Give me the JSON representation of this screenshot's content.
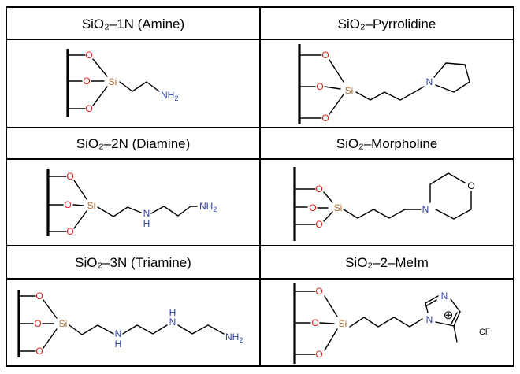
{
  "table": {
    "headers": {
      "amine": "SiO₂–1N (Amine)",
      "pyrrolidine": "SiO₂–Pyrrolidine",
      "diamine": "SiO₂–2N (Diamine)",
      "morpholine": "SiO₂–Morpholine",
      "triamine": "SiO₂–3N (Triamine)",
      "meim": "SiO₂–2–MeIm"
    }
  },
  "atoms": {
    "o": "O",
    "si": "Si",
    "n": "N",
    "h": "H",
    "nh2_main": "NH",
    "nh2_sub": "2",
    "plus": "⊕",
    "chloride": "Cl",
    "chloride_charge": "-"
  },
  "colors": {
    "oxygen": "#e0201b",
    "silicon": "#b06a2a",
    "nitrogen": "#2b3fa6",
    "bond": "#000000"
  }
}
